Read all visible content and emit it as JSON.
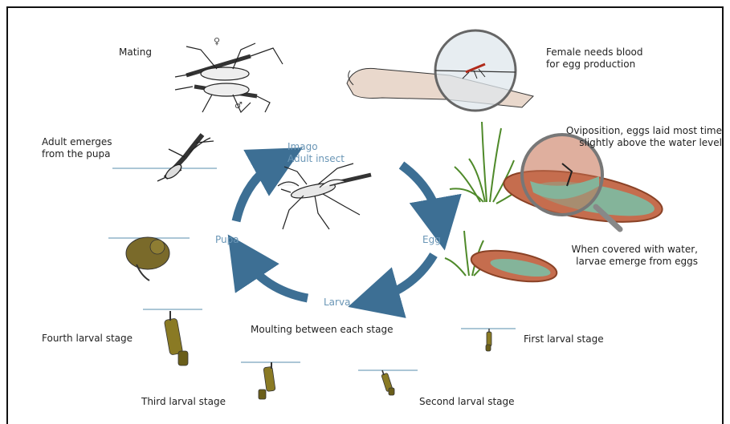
{
  "colors": {
    "cycle_arrow": "#3d6f94",
    "cycle_text": "#6a96b6",
    "water": "#8fb3c8",
    "dish": "#c56d4e",
    "dish_water": "#84b49a",
    "grass": "#4f8a2a",
    "larva": "#8a7a24",
    "pupa": "#7a6a2a",
    "skin": "#e9d8cc"
  },
  "cycle": {
    "imago_line1": "Imago",
    "imago_line2": "Adult insect",
    "egg": "Egg",
    "larva": "Larva",
    "pupa": "Pupa"
  },
  "labels": {
    "mating": "Mating",
    "female_blood_1": "Female needs blood",
    "female_blood_2": "for egg production",
    "oviposition_1": "Oviposition, eggs laid most time",
    "oviposition_2": "slightly above the water level",
    "covered_1": "When covered with water,",
    "covered_2": "larvae emerge from eggs",
    "adult_emerges_1": "Adult emerges",
    "adult_emerges_2": "from the pupa",
    "moulting": "Moulting between each stage",
    "first_stage": "First larval stage",
    "second_stage": "Second larval stage",
    "third_stage": "Third larval stage",
    "fourth_stage": "Fourth larval stage"
  },
  "symbols": {
    "female": "♀",
    "male": "♂"
  }
}
